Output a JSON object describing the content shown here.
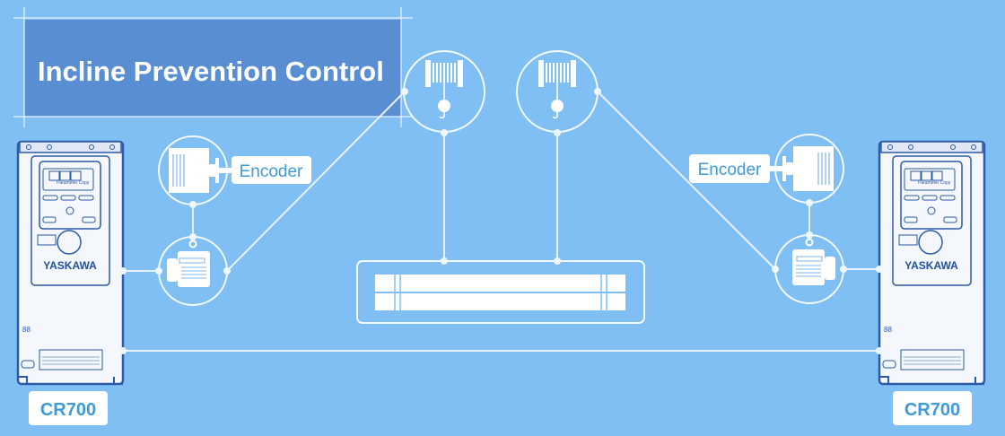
{
  "title": "Incline Prevention Control",
  "left": {
    "drive_brand": "YASKAWA",
    "drive_panel_label": "Parameter Copy",
    "drive_model": "CR700",
    "encoder_label": "Encoder"
  },
  "right": {
    "drive_brand": "YASKAWA",
    "drive_panel_label": "Parameter Copy",
    "drive_model": "CR700",
    "encoder_label": "Encoder"
  },
  "colors": {
    "background": "#80bff3",
    "title_box": "#5a8ed2",
    "brand_text": "#1f4f9e",
    "label_text": "#3e9ad8"
  }
}
